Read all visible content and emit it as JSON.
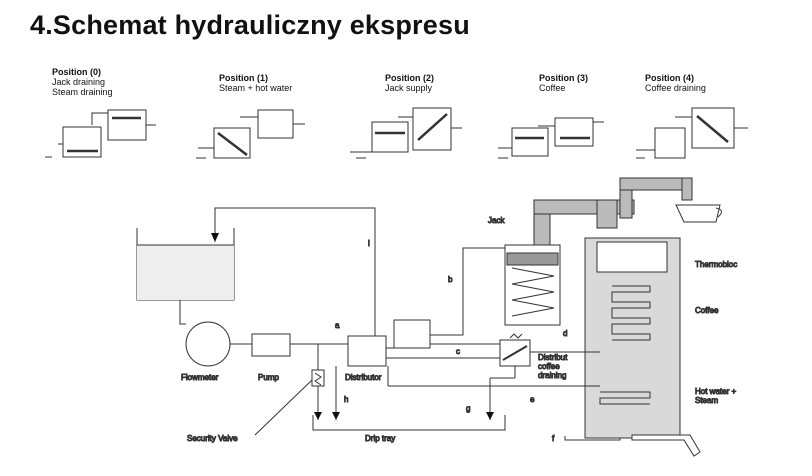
{
  "title": "4.Schemat hydrauliczny ekspresu",
  "positions": [
    {
      "name": "Position (0)",
      "desc1": "Jack draining",
      "desc2": "Steam draining"
    },
    {
      "name": "Position (1)",
      "desc1": "Steam + hot water",
      "desc2": ""
    },
    {
      "name": "Position (2)",
      "desc1": "Jack supply",
      "desc2": ""
    },
    {
      "name": "Position (3)",
      "desc1": "Coffee",
      "desc2": ""
    },
    {
      "name": "Position (4)",
      "desc1": "Coffee draining",
      "desc2": ""
    }
  ],
  "labels": {
    "jack": "Jack",
    "thermobloc": "Thermobloc",
    "coffee": "Coffee",
    "hot_water_1": "Hot water +",
    "hot_water_2": "Steam",
    "flowmeter": "Flowmeter",
    "pump": "Pump",
    "distributor": "Distributor",
    "distrib_coffee_1": "Distribut",
    "distrib_coffee_2": "coffee",
    "distrib_coffee_3": "draining",
    "security_valve": "Security Valve",
    "drip_tray": "Drip tray",
    "a": "a",
    "b": "b",
    "c": "c",
    "d": "d",
    "e": "e",
    "f": "f",
    "g": "g",
    "h": "h",
    "i": "i"
  }
}
